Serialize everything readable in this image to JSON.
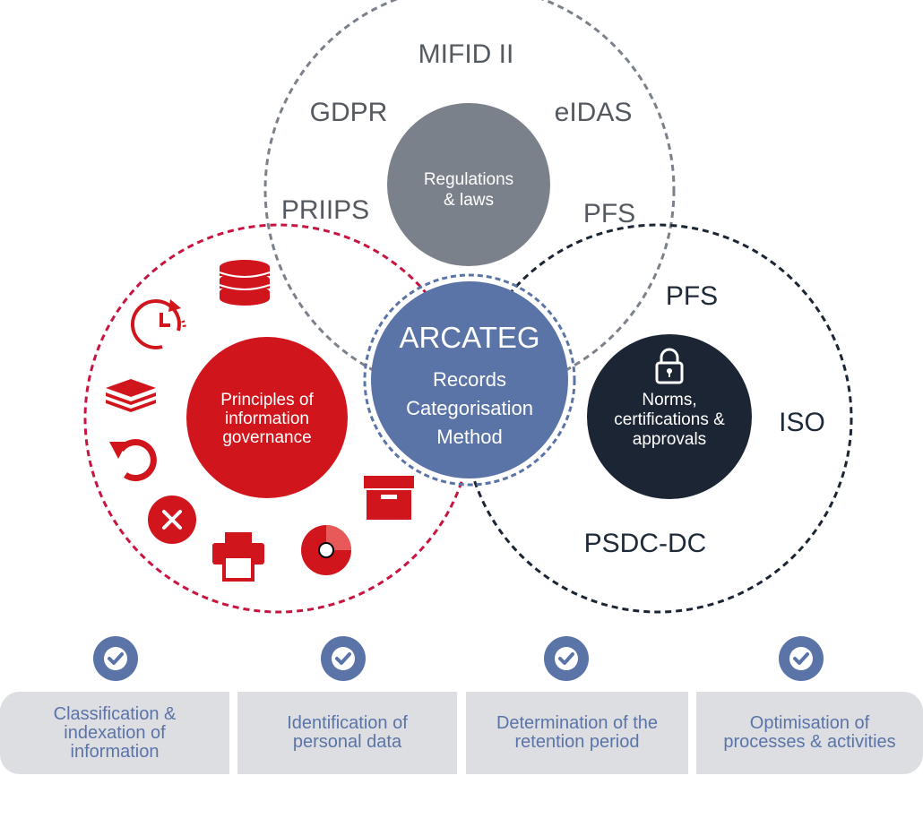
{
  "regulations": {
    "bubble_line1": "Regulations",
    "bubble_line2": "& laws",
    "items": [
      "MIFID II",
      "GDPR",
      "eIDAS",
      "PRIIPS",
      "PFS"
    ]
  },
  "norms": {
    "bubble_line1": "Norms,",
    "bubble_line2": "certifications &",
    "bubble_line3": "approvals",
    "items": [
      "PFS",
      "ISO",
      "PSDC-DC"
    ]
  },
  "governance": {
    "bubble_line1": "Principles of",
    "bubble_line2": "information",
    "bubble_line3": "governance",
    "icons": [
      "database-icon",
      "clock-icon",
      "stack-icon",
      "undo-icon",
      "delete-icon",
      "printer-icon",
      "disc-icon",
      "archive-box-icon"
    ]
  },
  "center": {
    "title": "ARCATEG",
    "line1": "Records",
    "line2": "Categorisation",
    "line3": "Method"
  },
  "benefits": [
    {
      "line1": "Classification &",
      "line2": "indexation of",
      "line3": "information"
    },
    {
      "line1": "Identification of",
      "line2": "personal data"
    },
    {
      "line1": "Determination of the",
      "line2": "retention period"
    },
    {
      "line1": "Optimisation of",
      "line2": "processes & activities"
    }
  ],
  "colors": {
    "regulations": "#7b818a",
    "governance": "#d0161c",
    "norms": "#1b2533",
    "arcateg": "#5b74a8",
    "box": "#dcdee2"
  }
}
